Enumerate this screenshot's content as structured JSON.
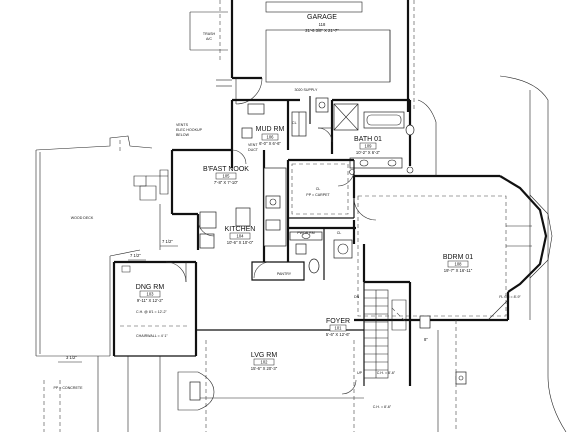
{
  "rooms": {
    "garage": {
      "name": "GARAGE",
      "num": "118",
      "dim": "21'-6 3/8\" X 21'-7\""
    },
    "mud": {
      "name": "MUD RM",
      "num": "106",
      "dim": "6'-0\" X 6'-6\""
    },
    "bath": {
      "name": "BATH 01",
      "num": "109",
      "dim": "10'-2\" X 6'-2\""
    },
    "nook": {
      "name": "B'FAST NOOK",
      "num": "105",
      "dim": "7'-8\" X 7'-10\""
    },
    "kitchen": {
      "name": "KITCHEN",
      "num": "104",
      "dim": "10'-6\" X 10'-0\""
    },
    "bdrm": {
      "name": "BDRM 01",
      "num": "108",
      "dim": "19'-7\" X 16'-11\""
    },
    "dng": {
      "name": "DNG RM",
      "num": "103",
      "dim": "9'-11\" X 12'-2\""
    },
    "foyer": {
      "name": "FOYER",
      "num": "101",
      "dim": "5'-6\" X 12'-6\""
    },
    "lvg": {
      "name": "LVG RM",
      "num": "102",
      "dim": "15'-6\" X 20'-3\""
    }
  },
  "labels": {
    "trash": "TRASH",
    "trash_sub": "A/C",
    "supply": "3020 SUPPLY",
    "vents": "VENTS",
    "elec": "ELEC HOOKUP",
    "below": "BELOW",
    "vent": "VENT",
    "duct": "DUCT",
    "cl": "CL",
    "pp_carpet": "PP = CARPET",
    "wood_deck": "WOOD DECK",
    "pwdr": "PWDR RM",
    "pantry": "PANTRY",
    "dn": "DN",
    "up": "UP",
    "pp_concrete": "PP = CONCRETE",
    "chairwall": "CHAIRWALL = 4' 1\"",
    "ch_dng": "C.H. @ 8'1 = 12'-2\"",
    "ch_foyer": "C.H. = 8'-6\"",
    "fl_ch": "FL CH = 8'-9\""
  },
  "dimensions": {
    "d7a": "7 1/2\"",
    "d7b": "7 1/2\"",
    "d3": "3 1/2\"",
    "d8": "8\""
  }
}
